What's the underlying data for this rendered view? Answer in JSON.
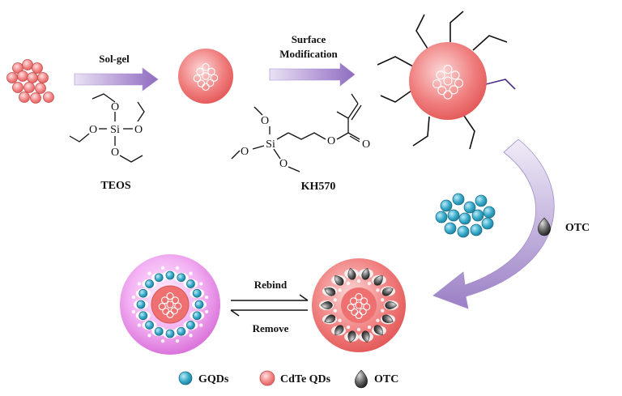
{
  "labels": {
    "step1": "Sol-gel",
    "step2_line1": "Surface",
    "step2_line2": "Modification",
    "teos": "TEOS",
    "kh570": "KH570",
    "otc_side": "OTC",
    "rebind": "Rebind",
    "remove": "Remove"
  },
  "chem": {
    "O": "O",
    "Si": "Si"
  },
  "legend": {
    "gqds": "GQDs",
    "cdte": "CdTe QDs",
    "otc": "OTC"
  },
  "colors": {
    "cdte_fill": "#f08a8a",
    "cdte_edge": "#c94a4a",
    "gqd_fill": "#35a9c9",
    "gqd_edge": "#1b6f8a",
    "arrow_purple": "#8e6cc0",
    "imprint_pink": "#e889e8",
    "otc_dark": "#2b2b2b"
  }
}
